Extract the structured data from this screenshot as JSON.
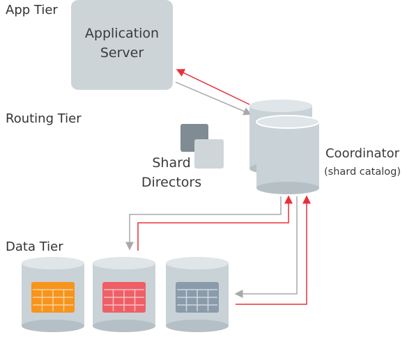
{
  "tiers": {
    "app": "App Tier",
    "routing": "Routing Tier",
    "data": "Data Tier"
  },
  "app_server": {
    "line1": "Application",
    "line2": "Server"
  },
  "shard_directors": {
    "line1": "Shard",
    "line2": "Directors"
  },
  "coordinator": {
    "line1": "Coordinator",
    "line2": "(shard catalog)"
  },
  "shards": [
    {
      "table_color": "#f7941d",
      "grid_color": "#fbd29d"
    },
    {
      "table_color": "#ef5f67",
      "grid_color": "#f9c1c4"
    },
    {
      "table_color": "#8a9baa",
      "grid_color": "#d0d8df"
    }
  ],
  "colors": {
    "box": "#ccd4d8",
    "cyl_body": "#c9d2d7",
    "cyl_top": "#dfe5e8",
    "cyl_bottom": "#b5c0c6",
    "red_arrow": "#e8303a",
    "gray_arrow": "#a9a9a9",
    "director_dark": "#7f8c93",
    "director_light": "#cfd6da"
  }
}
